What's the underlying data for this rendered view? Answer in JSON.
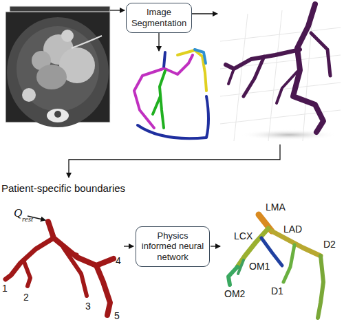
{
  "diagram": {
    "nodes": [
      {
        "text": [
          "Image Segmentation"
        ]
      },
      {
        "text": [
          "Physics informed neural network"
        ]
      }
    ],
    "labels": [
      "Patient-specific boundaries",
      "Q",
      "rest",
      "1",
      "2",
      "3",
      "4",
      "5",
      "LMA",
      "LAD",
      "LCX",
      "OM1",
      "D2",
      "D1",
      "OM2"
    ]
  }
}
